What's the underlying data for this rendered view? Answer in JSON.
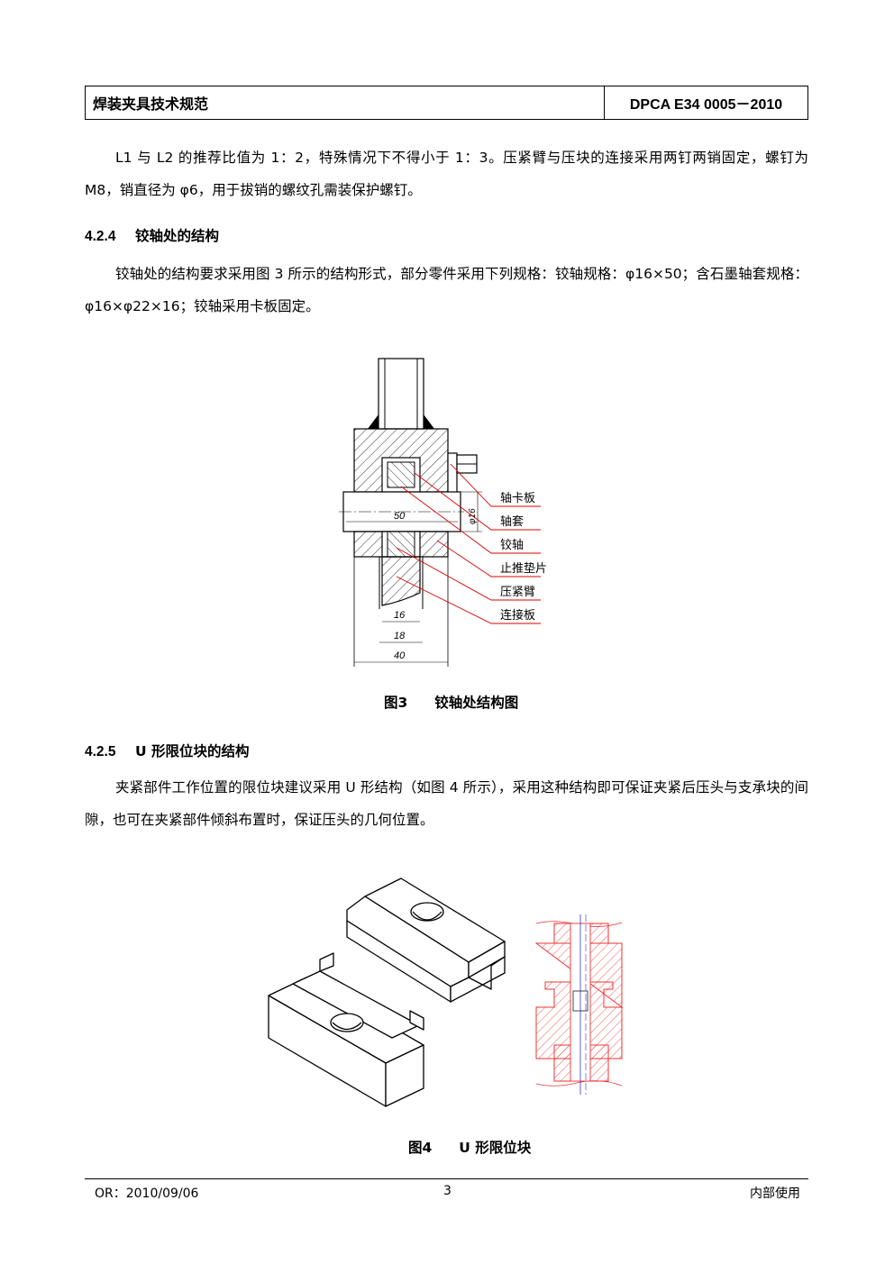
{
  "header": {
    "title": "焊装夹具技术规范",
    "doc_code": "DPCA  E34  0005－2010"
  },
  "content": {
    "p1": "L1 与 L2 的推荐比值为 1：2，特殊情况下不得小于 1：3。压紧臂与压块的连接采用两钉两销固定，螺钉为 M8，销直径为 φ6，用于拔销的螺纹孔需装保护螺钉。",
    "h1_num": "4.2.4",
    "h1_text": "铰轴处的结构",
    "p2": "铰轴处的结构要求采用图 3 所示的结构形式，部分零件采用下列规格：铰轴规格：φ16×50；含石墨轴套规格：φ16×φ22×16；铰轴采用卡板固定。",
    "fig3_label": "图3",
    "fig3_title": "铰轴处结构图",
    "h2_num": "4.2.5",
    "h2_text": "U 形限位块的结构",
    "p3": "夹紧部件工作位置的限位块建议采用 U 形结构（如图 4 所示），采用这种结构即可保证夹紧后压头与支承块的间隙，也可在夹紧部件倾斜布置时，保证压头的几何位置。",
    "fig4_label": "图4",
    "fig4_title": "U 形限位块"
  },
  "figure3": {
    "callouts": [
      "轴卡板",
      "轴套",
      "铰轴",
      "止推垫片",
      "压紧臂",
      "连接板"
    ],
    "dims": {
      "d50": "50",
      "d16v": "φ16",
      "d16": "16",
      "d18": "18",
      "d40": "40"
    }
  },
  "footer": {
    "left": "OR：2010/09/06",
    "page": "3",
    "right": "内部使用"
  }
}
